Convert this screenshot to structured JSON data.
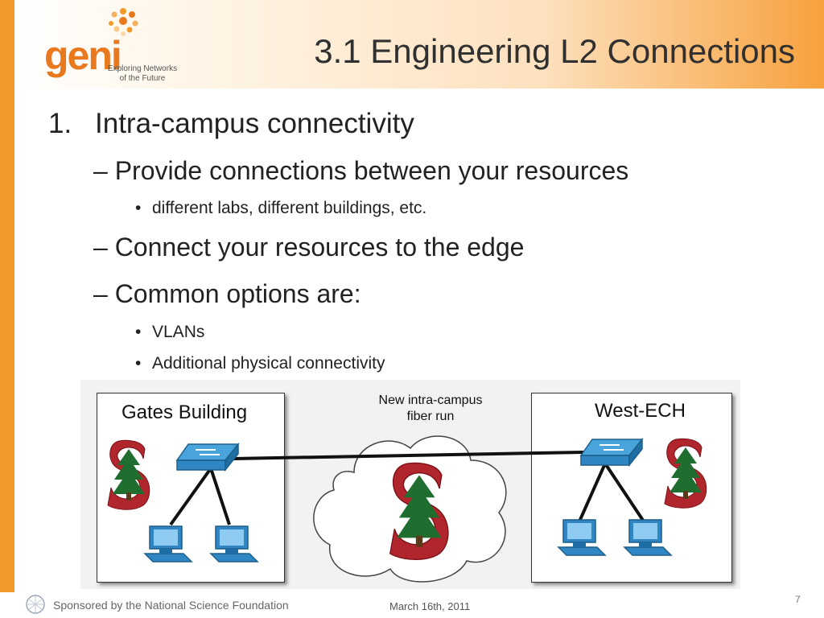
{
  "logo": {
    "wordmark": "geni",
    "tagline_line1": "Exploring Networks",
    "tagline_line2": "of the Future"
  },
  "slide": {
    "title": "3.1 Engineering L2 Connections",
    "item1": {
      "number": "1.",
      "text": "Intra-campus connectivity",
      "subitems": [
        {
          "text": "– Provide connections between your resources",
          "bullets": [
            "different labs, different buildings, etc."
          ]
        },
        {
          "text": "– Connect your resources to the edge",
          "bullets": []
        },
        {
          "text": "– Common options are:",
          "bullets": [
            "VLANs",
            "Additional physical connectivity"
          ]
        }
      ]
    }
  },
  "diagram": {
    "left_box_label": "Gates Building",
    "right_box_label": "West-ECH",
    "cloud_label_line1": "New intra-campus",
    "cloud_label_line2": "fiber run",
    "icons": [
      "network-switch-icon",
      "computer-icon",
      "stanford-logo-icon"
    ],
    "colors": {
      "switch": "#2f86c2",
      "computer": "#2f86c2",
      "stanford_red": "#b1252c",
      "tree_green": "#1f6e30"
    }
  },
  "footer": {
    "sponsor": "Sponsored by the National Science Foundation",
    "date": "March 16th, 2011",
    "page_number": "7"
  },
  "theme": {
    "accent": "#f49a2b",
    "title_color": "#303030"
  }
}
